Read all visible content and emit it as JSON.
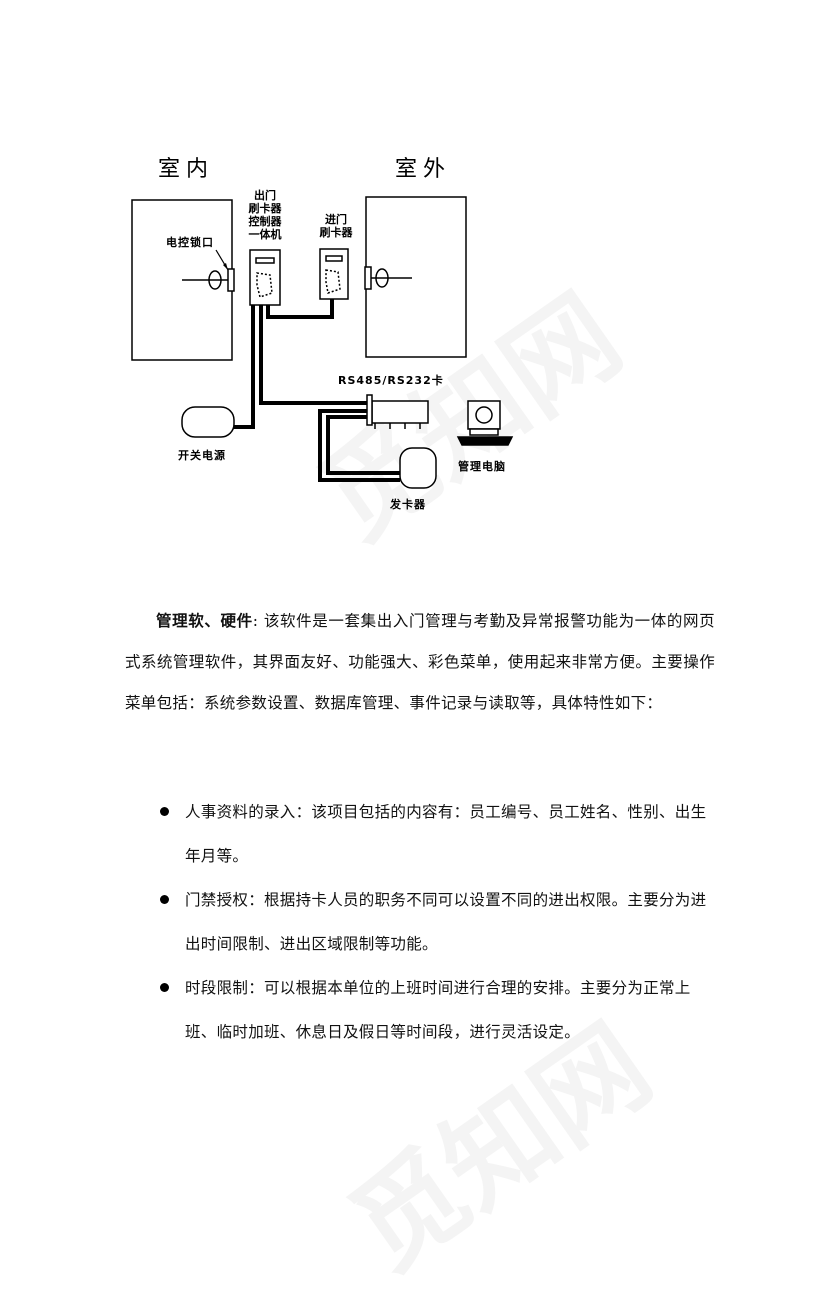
{
  "diagram": {
    "label_indoor": "室内",
    "label_outdoor": "室外",
    "label_exit_reader": [
      "出门",
      "刷卡器",
      "控制器",
      "一体机"
    ],
    "label_entry_reader": [
      "进门",
      "刷卡器"
    ],
    "label_lock": "电控锁口",
    "label_rs_card": "RS485/RS232卡",
    "label_power": "开关电源",
    "label_pc": "管理电脑",
    "label_issuer": "发卡器"
  },
  "text": {
    "para_bold": "管理软、硬件",
    "para_rest": ": 该软件是一套集出入门管理与考勤及异常报警功能为一体的网页式系统管理软件，其界面友好、功能强大、彩色菜单，使用起来非常方便。主要操作菜单包括：系统参数设置、数据库管理、事件记录与读取等，具体特性如下：",
    "bullets": [
      "人事资料的录入：该项目包括的内容有：员工编号、员工姓名、性别、出生年月等。",
      "门禁授权：根据持卡人员的职务不同可以设置不同的进出权限。主要分为进出时间限制、进出区域限制等功能。",
      "时段限制：可以根据本单位的上班时间进行合理的安排。主要分为正常上班、临时加班、休息日及假日等时间段，进行灵活设定。"
    ]
  }
}
